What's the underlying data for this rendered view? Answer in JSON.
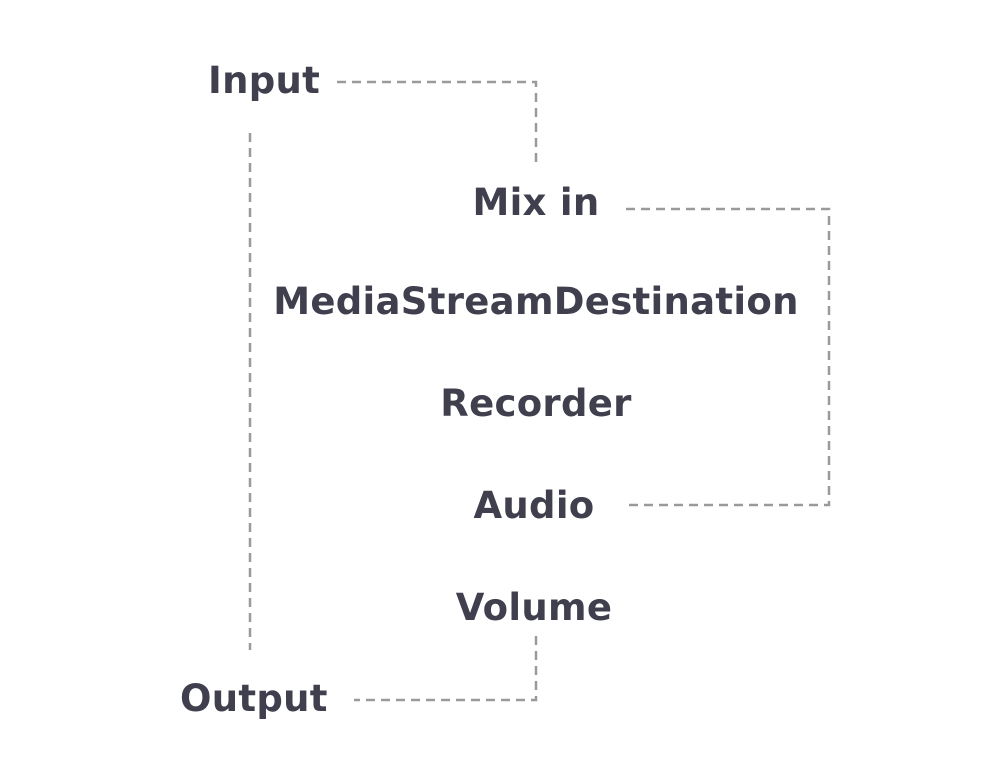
{
  "colors": {
    "text": "#3f3f4d",
    "connector": "#9a9a9a",
    "background": "#ffffff"
  },
  "nodes": {
    "input": "Input",
    "mix_in": "Mix in",
    "media_stream_destination": "MediaStreamDestination",
    "recorder": "Recorder",
    "audio": "Audio",
    "volume": "Volume",
    "output": "Output"
  }
}
